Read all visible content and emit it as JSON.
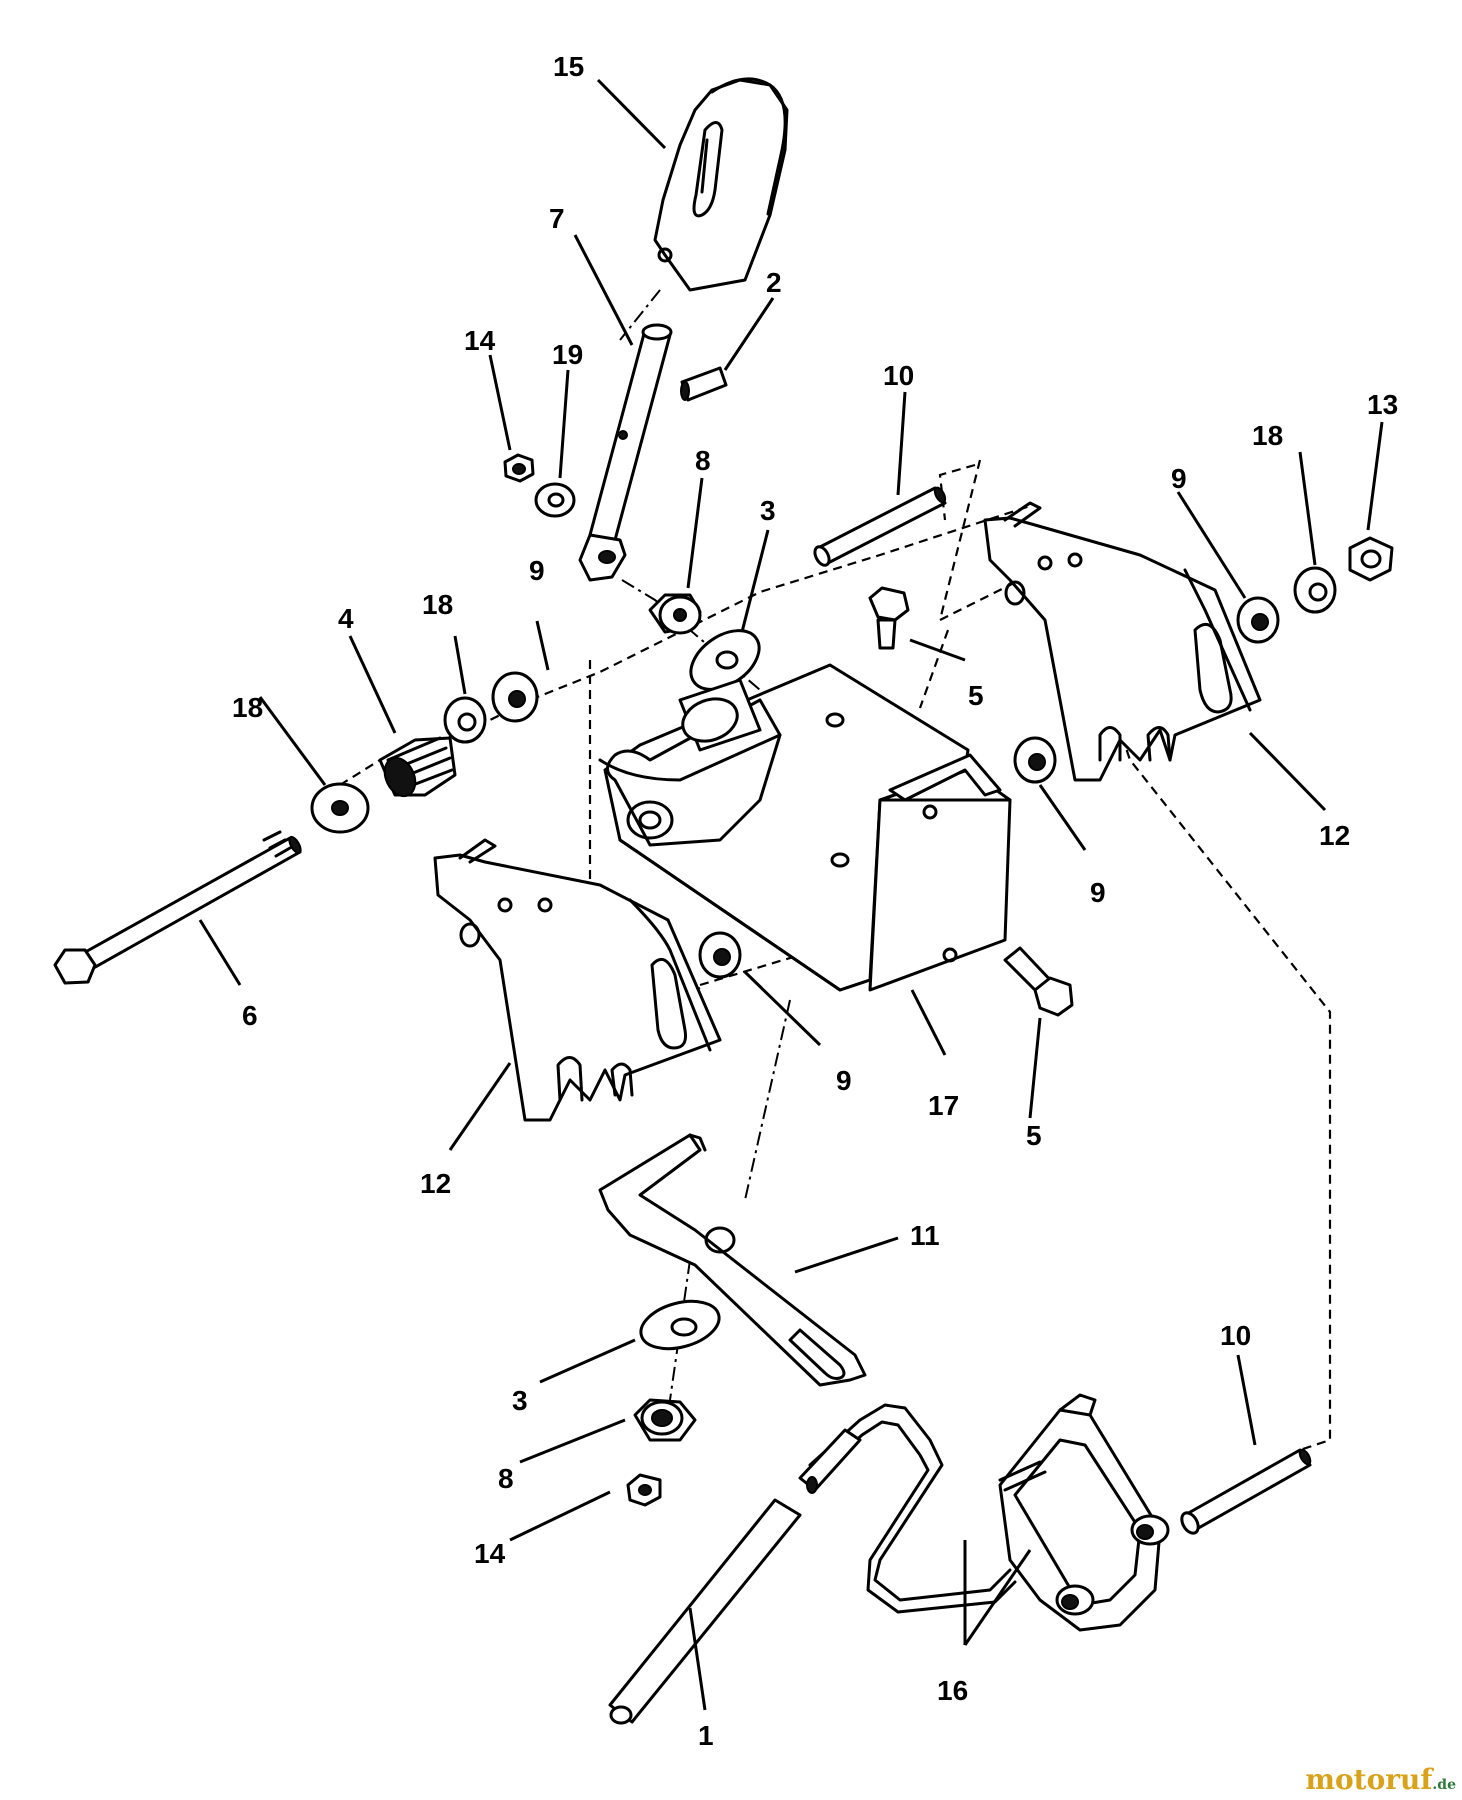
{
  "diagram": {
    "callouts": [
      "15",
      "7",
      "2",
      "14",
      "19",
      "10",
      "13",
      "18",
      "9",
      "8",
      "3",
      "18",
      "4",
      "18",
      "9",
      "5",
      "12",
      "9",
      "6",
      "12",
      "9",
      "17",
      "5",
      "11",
      "3",
      "8",
      "14",
      "10",
      "16",
      "1"
    ]
  },
  "watermark": {
    "main": "motoruf",
    "tld": ".de"
  },
  "icons": [
    "lever-handle",
    "shift-rod",
    "roll-pin",
    "nut",
    "washer",
    "spring",
    "bolt",
    "bracket",
    "housing",
    "shift-plate",
    "shift-arm",
    "pivot-pin"
  ]
}
